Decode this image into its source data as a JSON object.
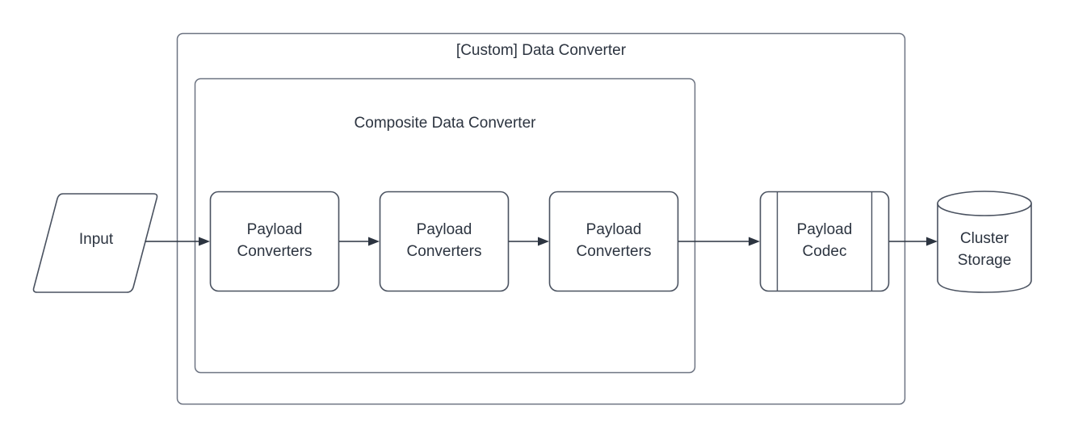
{
  "diagram": {
    "type": "flowchart",
    "background_color": "#ffffff",
    "stroke_color": "#4a5260",
    "text_color": "#2c3440",
    "containers": [
      {
        "id": "custom-data-converter",
        "title": "[Custom] Data Converter",
        "shape": "rounded-rectangle"
      },
      {
        "id": "composite-data-converter",
        "title": "Composite Data Converter",
        "shape": "rounded-rectangle"
      }
    ],
    "nodes": [
      {
        "id": "input",
        "label": "Input",
        "shape": "parallelogram"
      },
      {
        "id": "payload-converters-1",
        "label_line1": "Payload",
        "label_line2": "Converters",
        "shape": "rounded-rectangle"
      },
      {
        "id": "payload-converters-2",
        "label_line1": "Payload",
        "label_line2": "Converters",
        "shape": "rounded-rectangle"
      },
      {
        "id": "payload-converters-3",
        "label_line1": "Payload",
        "label_line2": "Converters",
        "shape": "rounded-rectangle"
      },
      {
        "id": "payload-codec",
        "label_line1": "Payload",
        "label_line2": "Codec",
        "shape": "predefined-process"
      },
      {
        "id": "cluster-storage",
        "label_line1": "Cluster",
        "label_line2": "Storage",
        "shape": "cylinder"
      }
    ],
    "edges": [
      {
        "id": "edge-input-to-pc1",
        "from": "input",
        "to": "payload-converters-1",
        "arrow": "solid"
      },
      {
        "id": "edge-pc1-to-pc2",
        "from": "payload-converters-1",
        "to": "payload-converters-2",
        "arrow": "solid"
      },
      {
        "id": "edge-pc2-to-pc3",
        "from": "payload-converters-2",
        "to": "payload-converters-3",
        "arrow": "solid"
      },
      {
        "id": "edge-pc3-to-codec",
        "from": "payload-converters-3",
        "to": "payload-codec",
        "arrow": "solid"
      },
      {
        "id": "edge-codec-to-storage",
        "from": "payload-codec",
        "to": "cluster-storage",
        "arrow": "solid"
      }
    ]
  }
}
